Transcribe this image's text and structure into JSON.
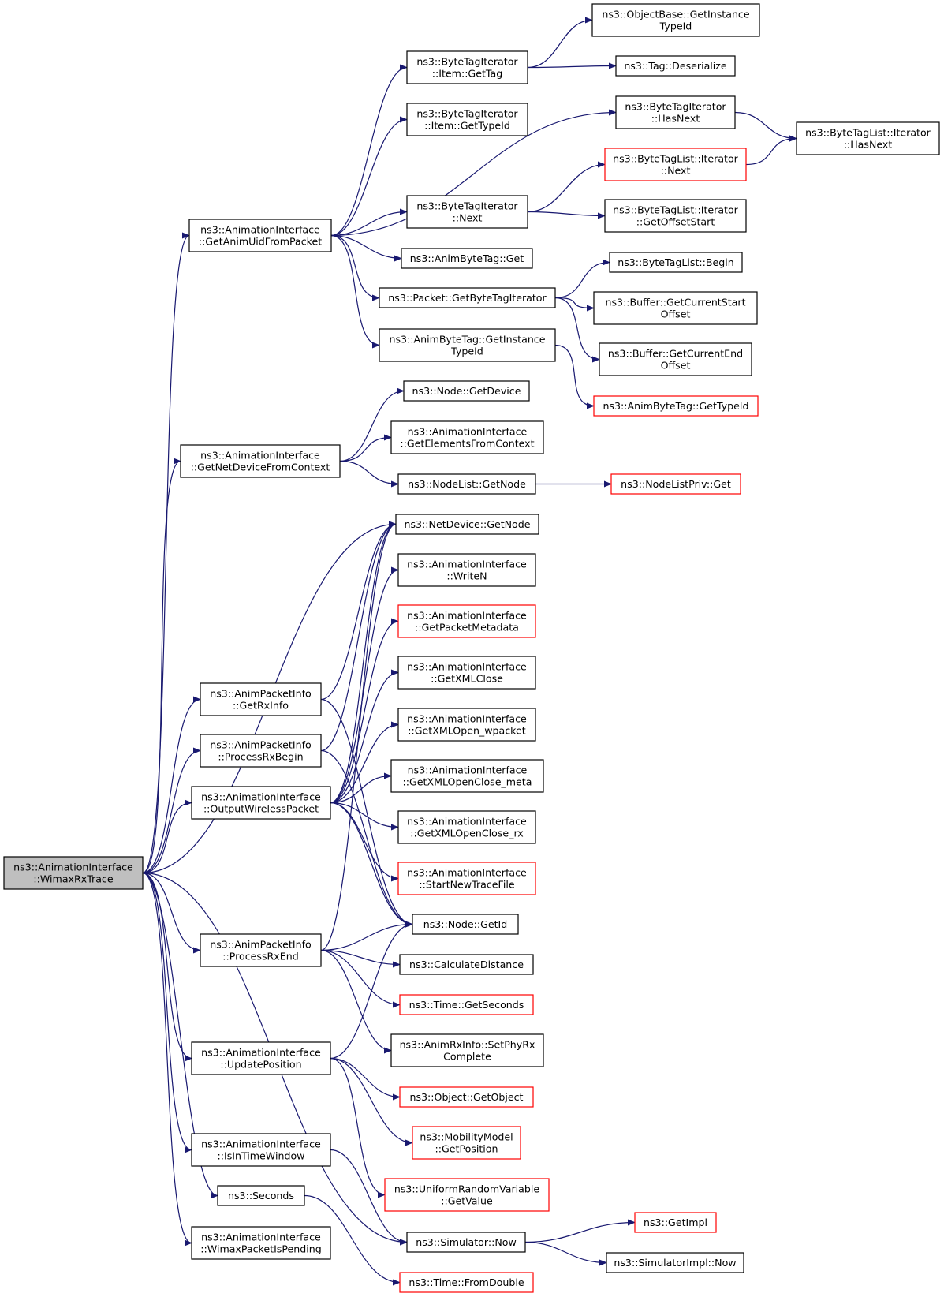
{
  "colors": {
    "edge": "#191970",
    "border_default": "#000000",
    "border_red": "#ff0000",
    "root_fill": "#bfbfbf",
    "node_fill": "#ffffff"
  },
  "nodes": [
    {
      "id": "root",
      "lines": [
        "ns3::AnimationInterface",
        "::WimaxRxTrace"
      ],
      "style": "root"
    },
    {
      "id": "getAnimUid",
      "lines": [
        "ns3::AnimationInterface",
        "::GetAnimUidFromPacket"
      ],
      "style": "normal"
    },
    {
      "id": "getNetDevFromCtx",
      "lines": [
        "ns3::AnimationInterface",
        "::GetNetDeviceFromContext"
      ],
      "style": "normal"
    },
    {
      "id": "getRxInfo",
      "lines": [
        "ns3::AnimPacketInfo",
        "::GetRxInfo"
      ],
      "style": "normal"
    },
    {
      "id": "processRxBegin",
      "lines": [
        "ns3::AnimPacketInfo",
        "::ProcessRxBegin"
      ],
      "style": "normal"
    },
    {
      "id": "outputWireless",
      "lines": [
        "ns3::AnimationInterface",
        "::OutputWirelessPacket"
      ],
      "style": "normal"
    },
    {
      "id": "processRxEnd",
      "lines": [
        "ns3::AnimPacketInfo",
        "::ProcessRxEnd"
      ],
      "style": "normal"
    },
    {
      "id": "updatePosition",
      "lines": [
        "ns3::AnimationInterface",
        "::UpdatePosition"
      ],
      "style": "normal"
    },
    {
      "id": "isInTimeWindow",
      "lines": [
        "ns3::AnimationInterface",
        "::IsInTimeWindow"
      ],
      "style": "normal"
    },
    {
      "id": "seconds",
      "lines": [
        "ns3::Seconds"
      ],
      "style": "normal"
    },
    {
      "id": "wimaxPending",
      "lines": [
        "ns3::AnimationInterface",
        "::WimaxPacketIsPending"
      ],
      "style": "normal"
    },
    {
      "id": "itemGetTag",
      "lines": [
        "ns3::ByteTagIterator",
        "::Item::GetTag"
      ],
      "style": "normal"
    },
    {
      "id": "itemGetTypeId",
      "lines": [
        "ns3::ByteTagIterator",
        "::Item::GetTypeId"
      ],
      "style": "normal"
    },
    {
      "id": "btiNext",
      "lines": [
        "ns3::ByteTagIterator",
        "::Next"
      ],
      "style": "normal"
    },
    {
      "id": "animByteTagGet",
      "lines": [
        "ns3::AnimByteTag::Get"
      ],
      "style": "normal"
    },
    {
      "id": "getByteTagIter",
      "lines": [
        "ns3::Packet::GetByteTagIterator"
      ],
      "style": "normal"
    },
    {
      "id": "animByteTagGetInst",
      "lines": [
        "ns3::AnimByteTag::GetInstance",
        "TypeId"
      ],
      "style": "normal"
    },
    {
      "id": "nodeGetDevice",
      "lines": [
        "ns3::Node::GetDevice"
      ],
      "style": "normal"
    },
    {
      "id": "getElements",
      "lines": [
        "ns3::AnimationInterface",
        "::GetElementsFromContext"
      ],
      "style": "normal"
    },
    {
      "id": "nodeListGetNode",
      "lines": [
        "ns3::NodeList::GetNode"
      ],
      "style": "normal"
    },
    {
      "id": "netDevGetNode",
      "lines": [
        "ns3::NetDevice::GetNode"
      ],
      "style": "normal"
    },
    {
      "id": "writeN",
      "lines": [
        "ns3::AnimationInterface",
        "::WriteN"
      ],
      "style": "normal"
    },
    {
      "id": "getPacketMeta",
      "lines": [
        "ns3::AnimationInterface",
        "::GetPacketMetadata"
      ],
      "style": "red"
    },
    {
      "id": "getXMLClose",
      "lines": [
        "ns3::AnimationInterface",
        "::GetXMLClose"
      ],
      "style": "normal"
    },
    {
      "id": "getXMLOpenW",
      "lines": [
        "ns3::AnimationInterface",
        "::GetXMLOpen_wpacket"
      ],
      "style": "normal"
    },
    {
      "id": "getXMLOCMeta",
      "lines": [
        "ns3::AnimationInterface",
        "::GetXMLOpenClose_meta"
      ],
      "style": "normal"
    },
    {
      "id": "getXMLOCRx",
      "lines": [
        "ns3::AnimationInterface",
        "::GetXMLOpenClose_rx"
      ],
      "style": "normal"
    },
    {
      "id": "startNewTrace",
      "lines": [
        "ns3::AnimationInterface",
        "::StartNewTraceFile"
      ],
      "style": "red"
    },
    {
      "id": "nodeGetId",
      "lines": [
        "ns3::Node::GetId"
      ],
      "style": "normal"
    },
    {
      "id": "calcDistance",
      "lines": [
        "ns3::CalculateDistance"
      ],
      "style": "normal"
    },
    {
      "id": "timeGetSeconds",
      "lines": [
        "ns3::Time::GetSeconds"
      ],
      "style": "red"
    },
    {
      "id": "setPhyRx",
      "lines": [
        "ns3::AnimRxInfo::SetPhyRx",
        "Complete"
      ],
      "style": "normal"
    },
    {
      "id": "objGetObject",
      "lines": [
        "ns3::Object::GetObject"
      ],
      "style": "red"
    },
    {
      "id": "mobGetPos",
      "lines": [
        "ns3::MobilityModel",
        "::GetPosition"
      ],
      "style": "red"
    },
    {
      "id": "uniformGetValue",
      "lines": [
        "ns3::UniformRandomVariable",
        "::GetValue"
      ],
      "style": "red"
    },
    {
      "id": "simNow",
      "lines": [
        "ns3::Simulator::Now"
      ],
      "style": "normal"
    },
    {
      "id": "timeFromDouble",
      "lines": [
        "ns3::Time::FromDouble"
      ],
      "style": "red"
    },
    {
      "id": "objBaseGetInst",
      "lines": [
        "ns3::ObjectBase::GetInstance",
        "TypeId"
      ],
      "style": "normal"
    },
    {
      "id": "tagDeserialize",
      "lines": [
        "ns3::Tag::Deserialize"
      ],
      "style": "normal"
    },
    {
      "id": "btiHasNext",
      "lines": [
        "ns3::ByteTagIterator",
        "::HasNext"
      ],
      "style": "normal"
    },
    {
      "id": "btlIterNext",
      "lines": [
        "ns3::ByteTagList::Iterator",
        "::Next"
      ],
      "style": "red"
    },
    {
      "id": "btlIterGetOffset",
      "lines": [
        "ns3::ByteTagList::Iterator",
        "::GetOffsetStart"
      ],
      "style": "normal"
    },
    {
      "id": "btlBegin",
      "lines": [
        "ns3::ByteTagList::Begin"
      ],
      "style": "normal"
    },
    {
      "id": "bufGetCurStart",
      "lines": [
        "ns3::Buffer::GetCurrentStart",
        "Offset"
      ],
      "style": "normal"
    },
    {
      "id": "bufGetCurEnd",
      "lines": [
        "ns3::Buffer::GetCurrentEnd",
        "Offset"
      ],
      "style": "normal"
    },
    {
      "id": "animByteTagGetTypeId",
      "lines": [
        "ns3::AnimByteTag::GetTypeId"
      ],
      "style": "red"
    },
    {
      "id": "nodeListPrivGet",
      "lines": [
        "ns3::NodeListPriv::Get"
      ],
      "style": "red"
    },
    {
      "id": "btlIterHasNext",
      "lines": [
        "ns3::ByteTagList::Iterator",
        "::HasNext"
      ],
      "style": "normal"
    },
    {
      "id": "getImpl",
      "lines": [
        "ns3::GetImpl"
      ],
      "style": "red"
    },
    {
      "id": "simImplNow",
      "lines": [
        "ns3::SimulatorImpl::Now"
      ],
      "style": "normal"
    }
  ],
  "edges": [
    [
      "root",
      "getAnimUid"
    ],
    [
      "root",
      "getNetDevFromCtx"
    ],
    [
      "root",
      "netDevGetNode"
    ],
    [
      "root",
      "getRxInfo"
    ],
    [
      "root",
      "processRxBegin"
    ],
    [
      "root",
      "outputWireless"
    ],
    [
      "root",
      "processRxEnd"
    ],
    [
      "root",
      "updatePosition"
    ],
    [
      "root",
      "isInTimeWindow"
    ],
    [
      "root",
      "seconds"
    ],
    [
      "root",
      "wimaxPending"
    ],
    [
      "root",
      "simNow"
    ],
    [
      "getAnimUid",
      "itemGetTag"
    ],
    [
      "getAnimUid",
      "itemGetTypeId"
    ],
    [
      "getAnimUid",
      "btiHasNext"
    ],
    [
      "getAnimUid",
      "btiNext"
    ],
    [
      "getAnimUid",
      "animByteTagGet"
    ],
    [
      "getAnimUid",
      "getByteTagIter"
    ],
    [
      "getAnimUid",
      "animByteTagGetInst"
    ],
    [
      "itemGetTag",
      "objBaseGetInst"
    ],
    [
      "itemGetTag",
      "tagDeserialize"
    ],
    [
      "btiHasNext",
      "btlIterHasNext"
    ],
    [
      "btlIterNext",
      "btlIterHasNext"
    ],
    [
      "btiNext",
      "btlIterNext"
    ],
    [
      "btiNext",
      "btlIterGetOffset"
    ],
    [
      "getByteTagIter",
      "btlBegin"
    ],
    [
      "getByteTagIter",
      "bufGetCurStart"
    ],
    [
      "getByteTagIter",
      "bufGetCurEnd"
    ],
    [
      "animByteTagGetInst",
      "animByteTagGetTypeId"
    ],
    [
      "getNetDevFromCtx",
      "nodeGetDevice"
    ],
    [
      "getNetDevFromCtx",
      "getElements"
    ],
    [
      "getNetDevFromCtx",
      "nodeListGetNode"
    ],
    [
      "nodeListGetNode",
      "nodeListPrivGet"
    ],
    [
      "getRxInfo",
      "netDevGetNode"
    ],
    [
      "getRxInfo",
      "nodeGetId"
    ],
    [
      "processRxBegin",
      "netDevGetNode"
    ],
    [
      "processRxBegin",
      "nodeGetId"
    ],
    [
      "outputWireless",
      "netDevGetNode"
    ],
    [
      "outputWireless",
      "writeN"
    ],
    [
      "outputWireless",
      "getPacketMeta"
    ],
    [
      "outputWireless",
      "getXMLClose"
    ],
    [
      "outputWireless",
      "getXMLOpenW"
    ],
    [
      "outputWireless",
      "getXMLOCMeta"
    ],
    [
      "outputWireless",
      "getXMLOCRx"
    ],
    [
      "outputWireless",
      "startNewTrace"
    ],
    [
      "outputWireless",
      "nodeGetId"
    ],
    [
      "processRxEnd",
      "netDevGetNode"
    ],
    [
      "processRxEnd",
      "nodeGetId"
    ],
    [
      "processRxEnd",
      "calcDistance"
    ],
    [
      "processRxEnd",
      "timeGetSeconds"
    ],
    [
      "processRxEnd",
      "setPhyRx"
    ],
    [
      "updatePosition",
      "nodeGetId"
    ],
    [
      "updatePosition",
      "objGetObject"
    ],
    [
      "updatePosition",
      "mobGetPos"
    ],
    [
      "updatePosition",
      "uniformGetValue"
    ],
    [
      "isInTimeWindow",
      "simNow"
    ],
    [
      "seconds",
      "timeFromDouble"
    ],
    [
      "simNow",
      "getImpl"
    ],
    [
      "simNow",
      "simImplNow"
    ]
  ]
}
